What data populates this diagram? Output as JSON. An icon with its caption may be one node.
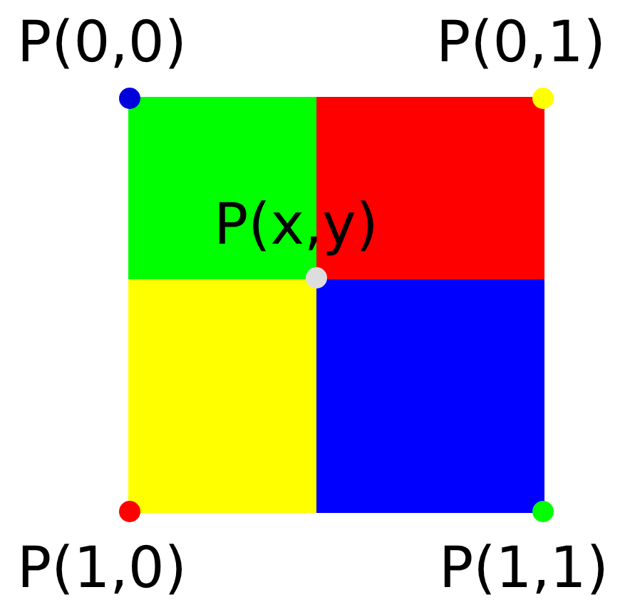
{
  "diagram": {
    "labels": [
      "P(0,0)",
      "P(0,1)",
      "P(x,y)",
      "P(1,0)",
      "P(1,1)"
    ]
  }
}
